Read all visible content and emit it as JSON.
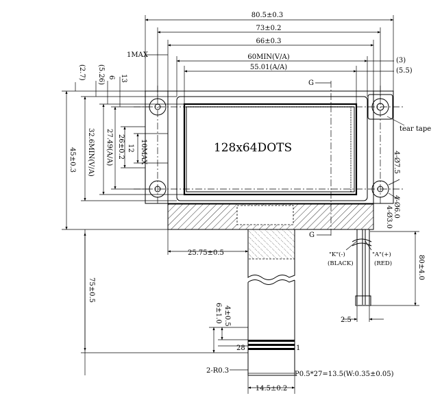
{
  "drawing": {
    "display_label": "128x64DOTS",
    "top_dims": {
      "overall_width": "80.5±0.3",
      "pcb_width": "73±0.2",
      "bezel_width": "66±0.3",
      "va_width": "60MIN(V/A)",
      "aa_width": "55.01(A/A)",
      "margin_3": "(3)",
      "margin_5_5": "(5.5)",
      "max_1": "1MAX",
      "g_mark": "G"
    },
    "left_dims": {
      "ref_2_7": "(2.7)",
      "ref_5_26": "(5.26)",
      "dim_6": "6",
      "dim_13": "13",
      "overall_height": "45±0.3",
      "va_height": "32.6MIN(V/A)",
      "aa_height": "27.49(A/A)",
      "bezel_height": "26±0.2",
      "dim_12": "12",
      "max_10": "10MAX"
    },
    "right_dims": {
      "hole_7_5": "4-Ø7.5",
      "hole_6": "4-Ø6.0",
      "hole_3": "4-Ø3.0",
      "tear_tape": "tear tape"
    },
    "bottom_dims": {
      "fpc_offset": "25.75±0.5",
      "fpc_length": "75±0.5",
      "dim_4": "4±0.5",
      "dim_6": "6±1.0",
      "radius": "2-R0.3",
      "pin_28": "28",
      "pin_1": "1",
      "pitch": "P0.5*27=13.5(W:0.35±0.05)",
      "fpc_width": "14.5±0.2",
      "g_mark": "G",
      "wire_k": "\"K\"(-)",
      "wire_k_color": "(BLACK)",
      "wire_a": "\"A\"(+)",
      "wire_a_color": "(RED)",
      "wire_length": "80±4.0",
      "wire_spacing": "2.5"
    }
  }
}
